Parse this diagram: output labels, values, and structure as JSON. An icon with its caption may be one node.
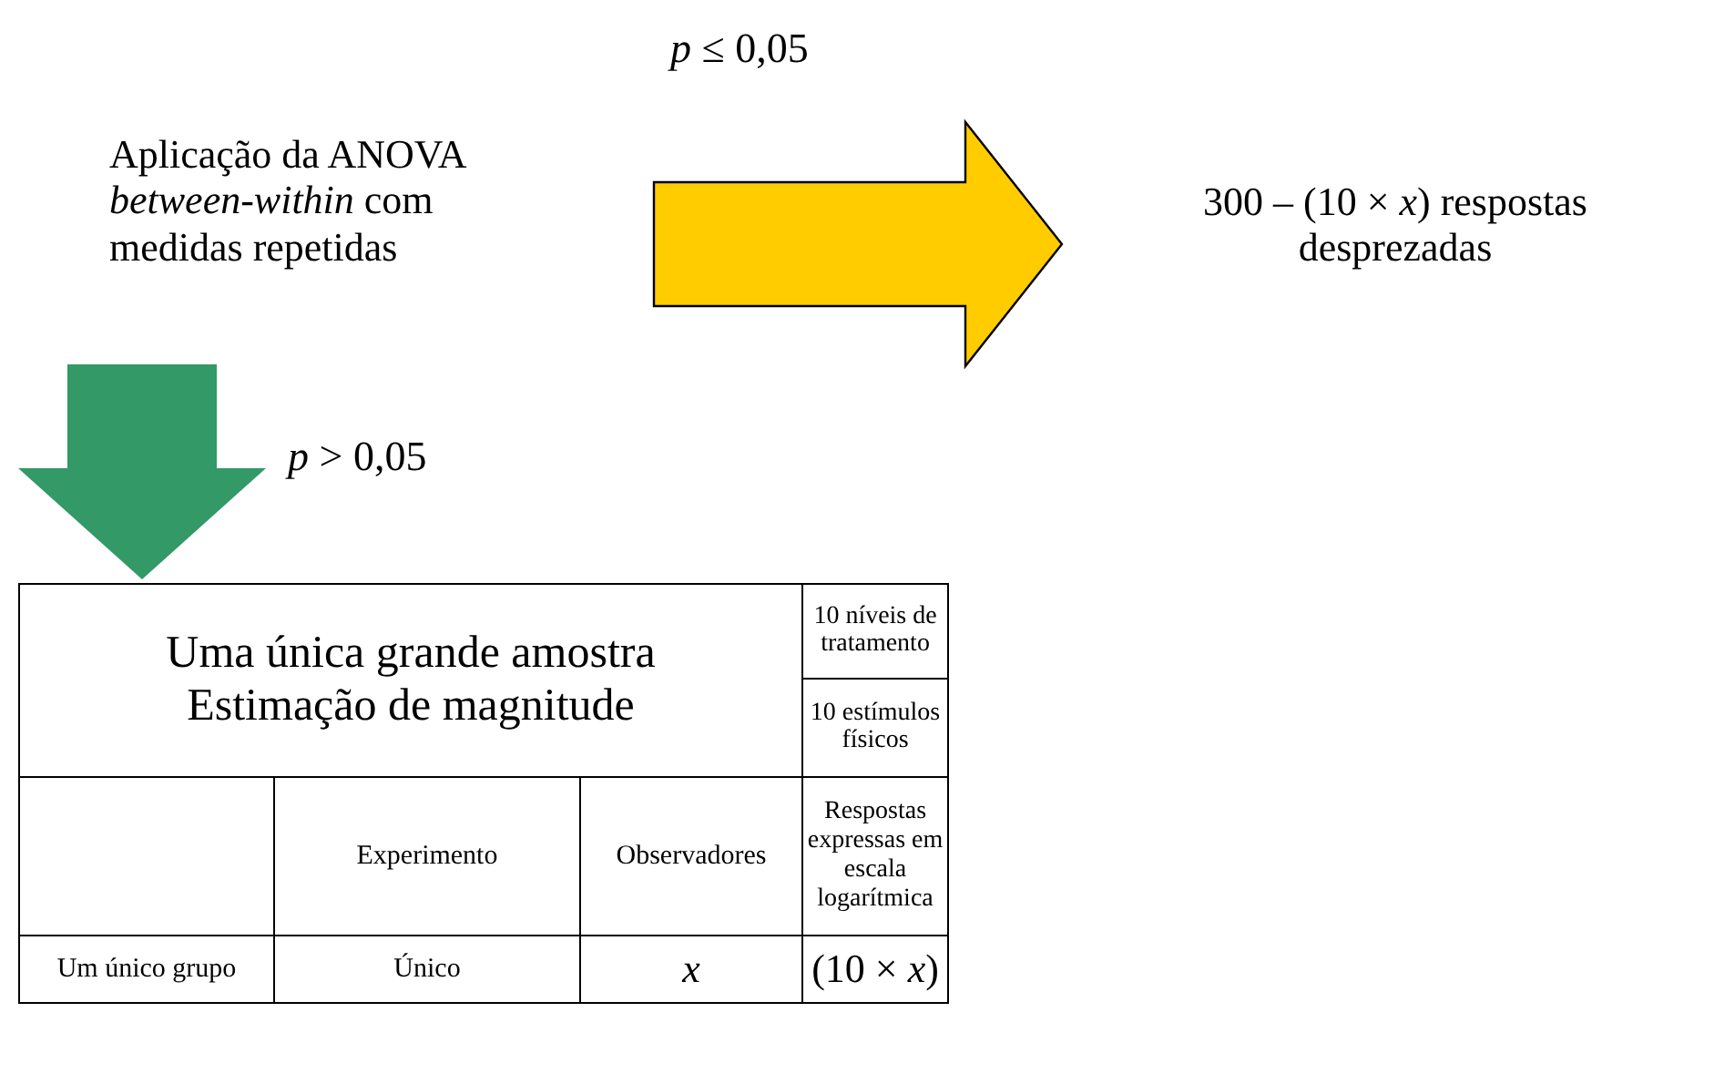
{
  "diagram": {
    "nodes": [
      {
        "text": [
          "Aplicação da ANOVA *between-within* com medidas repetidas"
        ]
      },
      {
        "text": [
          "300 – (10 × *x*) respostas desprezadas"
        ]
      },
      {
        "text": [],
        "shape": "box"
      }
    ],
    "edges": [
      {
        "from": 0,
        "to": 1,
        "arrow": "to",
        "label": "*p* ≤ 0,05",
        "style": "thick",
        "color": "#ffcc00"
      },
      {
        "from": 0,
        "to": 2,
        "arrow": "to",
        "label": "*p* > 0,05",
        "style": "thick",
        "color": "#339966"
      }
    ],
    "labels": [
      "Uma única grande amostra Estimação de magnitude",
      "10 níveis de tratamento",
      "10 estímulos físicos",
      "Experimento",
      "Observadores",
      "Respostas expressas em escala logarítmica",
      "Um único grupo",
      "Único",
      "*x*",
      "(10 × *x*)"
    ]
  }
}
